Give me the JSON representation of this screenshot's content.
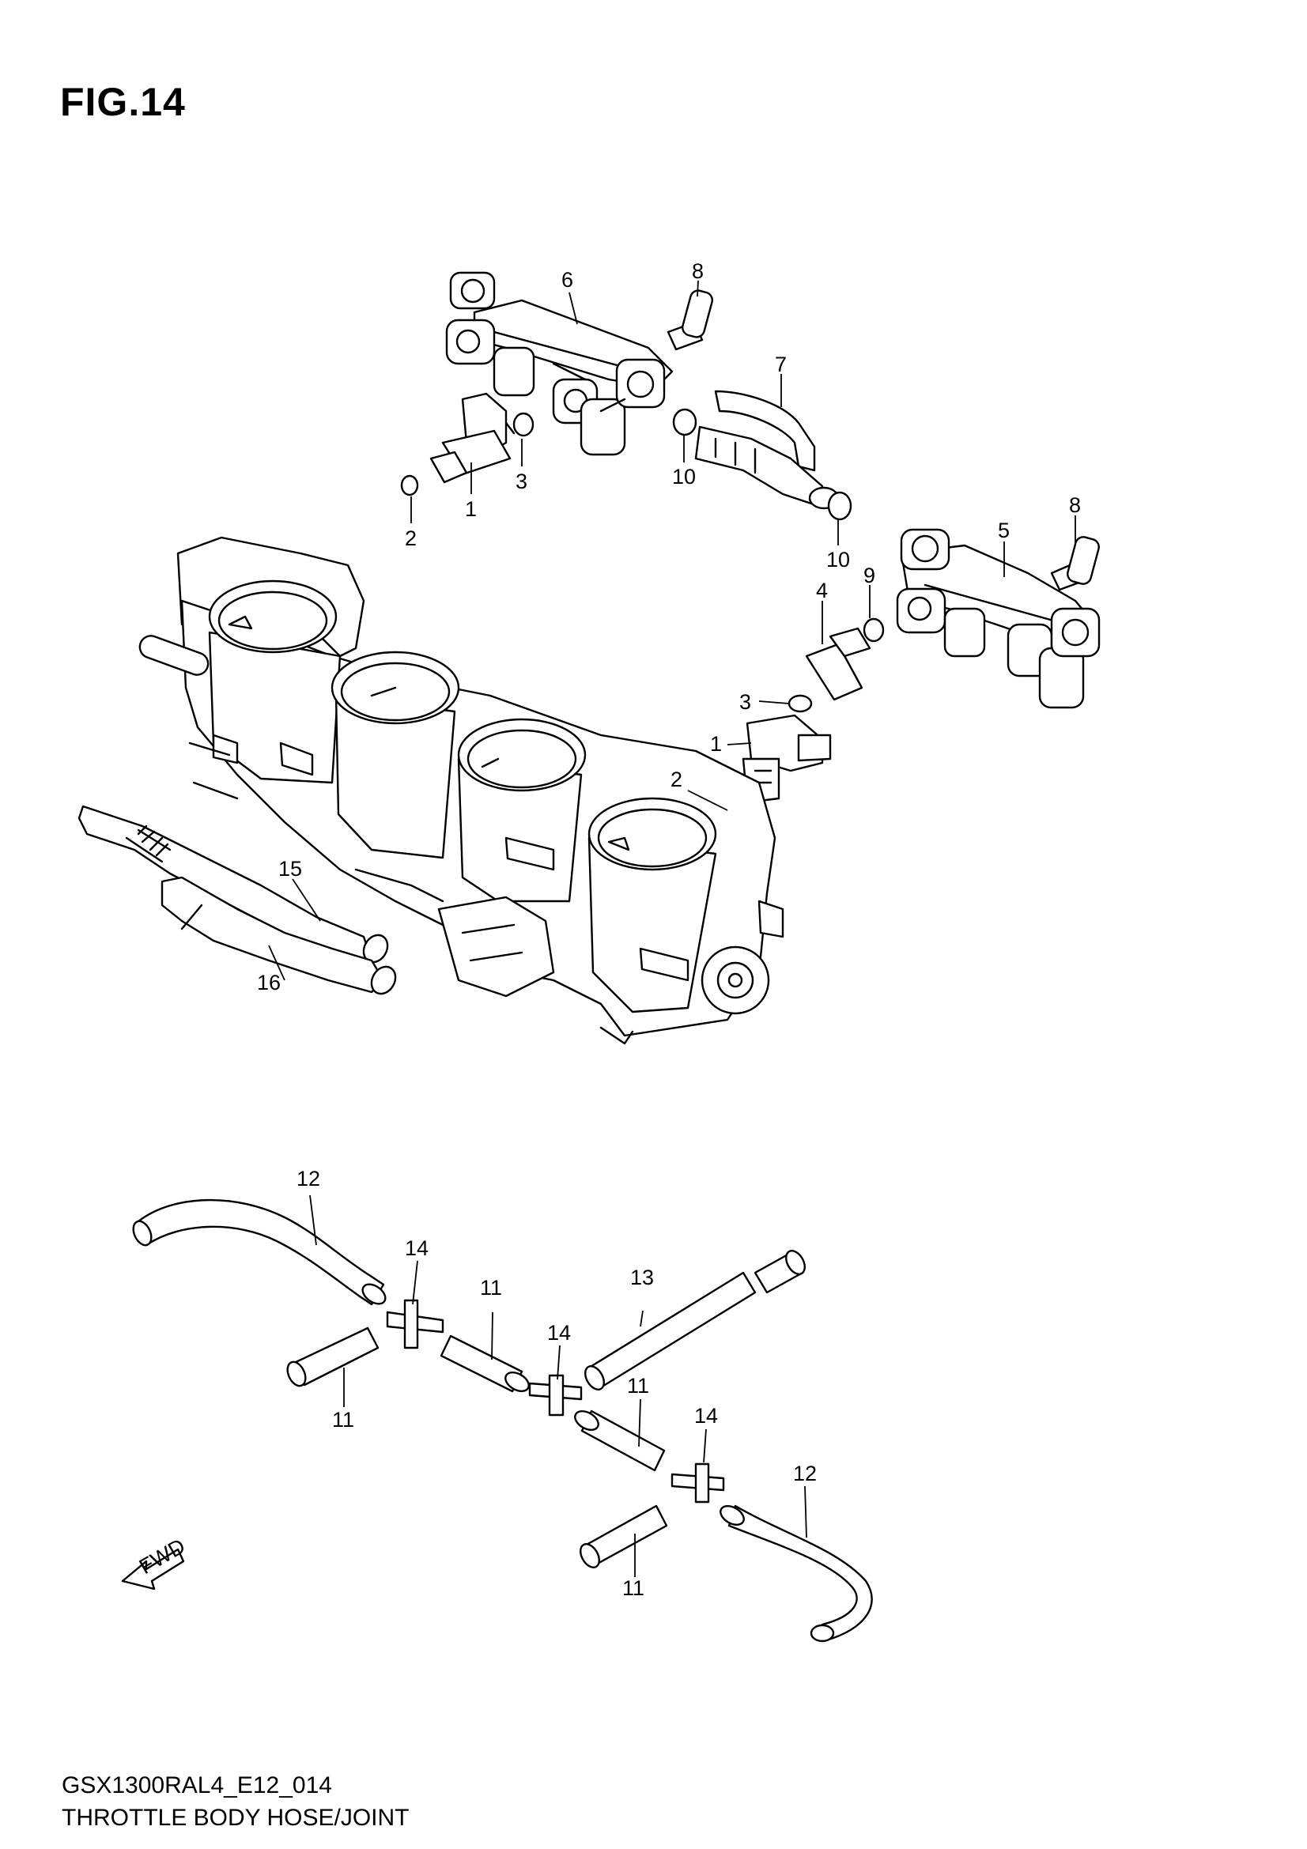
{
  "figure": {
    "title": "FIG.14"
  },
  "footer": {
    "code": "GSX1300RAL4_E12_014",
    "description": "THROTTLE BODY HOSE/JOINT"
  },
  "direction_arrow": {
    "label": "FWD"
  },
  "callouts": {
    "c6": "6",
    "c8a": "8",
    "c7": "7",
    "c3a": "3",
    "c10a": "10",
    "c1a": "1",
    "c2a": "2",
    "c10b": "10",
    "c8b": "8",
    "c5": "5",
    "c9": "9",
    "c4": "4",
    "c3b": "3",
    "c1b": "1",
    "c2b": "2",
    "c15": "15",
    "c16": "16",
    "c12a": "12",
    "c14a": "14",
    "c11a": "11",
    "c13": "13",
    "c14b": "14",
    "c11b": "11",
    "c11c": "11",
    "c14c": "14",
    "c12b": "12",
    "c11d": "11"
  }
}
